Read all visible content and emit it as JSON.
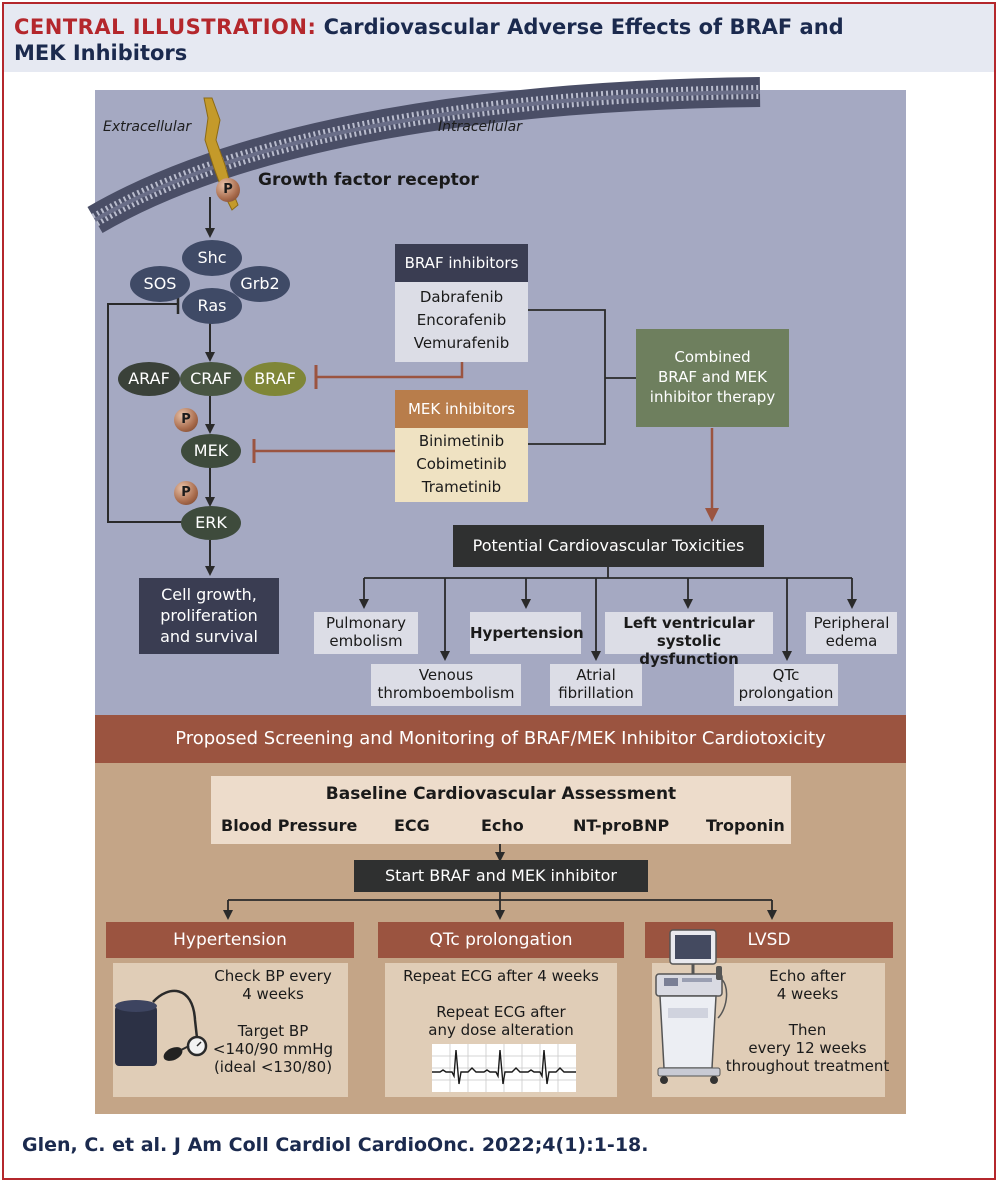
{
  "header": {
    "lead": "CENTRAL ILLUSTRATION:",
    "title_line1": "Cardiovascular Adverse Effects of BRAF and",
    "title_line2": "MEK Inhibitors"
  },
  "pathway": {
    "extracellular_label": "Extracellular",
    "intracellular_label": "Intracellular",
    "receptor_label": "Growth factor receptor",
    "phospho": "P",
    "nodes": {
      "shc": "Shc",
      "sos": "SOS",
      "grb2": "Grb2",
      "ras": "Ras",
      "araf": "ARAF",
      "craf": "CRAF",
      "braf": "BRAF",
      "mek": "MEK",
      "erk": "ERK"
    },
    "outcome": [
      "Cell growth,",
      "proliferation",
      "and survival"
    ]
  },
  "braf_inhibitors": {
    "title": "BRAF inhibitors",
    "drugs": [
      "Dabrafenib",
      "Encorafenib",
      "Vemurafenib"
    ]
  },
  "mek_inhibitors": {
    "title": "MEK inhibitors",
    "drugs": [
      "Binimetinib",
      "Cobimetinib",
      "Trametinib"
    ]
  },
  "combined_therapy": [
    "Combined",
    "BRAF and MEK",
    "inhibitor therapy"
  ],
  "toxicities": {
    "title": "Potential Cardiovascular Toxicities",
    "items": {
      "pulmonary_embolism": [
        "Pulmonary",
        "embolism"
      ],
      "venous_thromboembolism": [
        "Venous",
        "thromboembolism"
      ],
      "hypertension": [
        "Hypertension"
      ],
      "atrial_fibrillation": [
        "Atrial",
        "fibrillation"
      ],
      "lvsd": [
        "Left ventricular",
        "systolic dysfunction"
      ],
      "qtc": [
        "QTc",
        "prolongation"
      ],
      "peripheral_edema": [
        "Peripheral",
        "edema"
      ]
    }
  },
  "screening": {
    "band_title": "Proposed Screening and Monitoring of BRAF/MEK Inhibitor Cardiotoxicity",
    "baseline": {
      "title": "Baseline Cardiovascular Assessment",
      "items": [
        "Blood Pressure",
        "ECG",
        "Echo",
        "NT-proBNP",
        "Troponin"
      ]
    },
    "start": "Start BRAF and MEK inhibitor",
    "hypertension": {
      "title": "Hypertension",
      "check": [
        "Check BP every",
        "4 weeks"
      ],
      "target": [
        "Target BP",
        "<140/90 mmHg",
        "(ideal <130/80)"
      ]
    },
    "qtc": {
      "title": "QTc prolongation",
      "line1": "Repeat ECG after 4 weeks",
      "line2": [
        "Repeat ECG after",
        "any dose alteration"
      ]
    },
    "lvsd": {
      "title": "LVSD",
      "line1": [
        "Echo after",
        "4 weeks"
      ],
      "line2": [
        "Then",
        "every 12 weeks",
        "throughout treatment"
      ]
    }
  },
  "citation": "Glen, C. et al. J Am Coll Cardiol CardioOnc. 2022;4(1):1-18.",
  "colors": {
    "accent_red": "#b4272c",
    "navy": "#1b2a4e",
    "rust": "#9b5440",
    "slate_panel": "#a5a9c2",
    "tan_panel": "#c4a587",
    "green_box": "#6e7f5e"
  }
}
